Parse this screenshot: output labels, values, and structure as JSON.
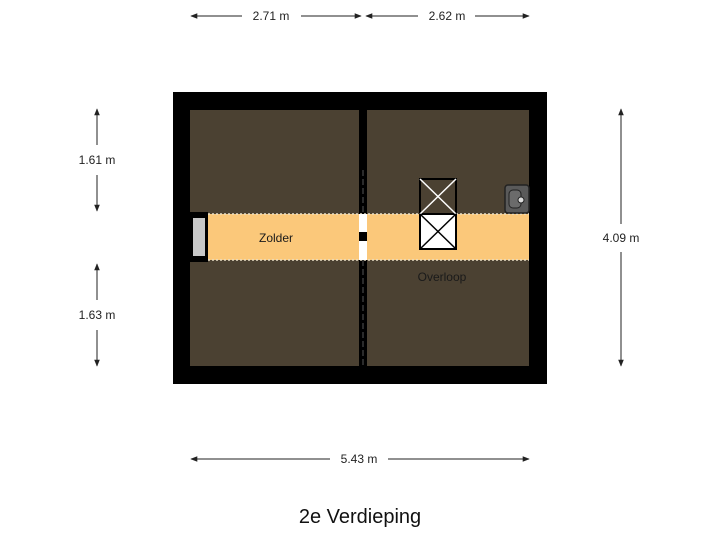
{
  "title": "2e Verdieping",
  "dimensions": {
    "top_left": "2.71 m",
    "top_right": "2.62 m",
    "left_upper": "1.61 m",
    "left_lower": "1.63 m",
    "right_total": "4.09 m",
    "bottom_total": "5.43 m"
  },
  "rooms": {
    "zolder": "Zolder",
    "overloop": "Overloop"
  },
  "colors": {
    "wall": "#000000",
    "floor": "#4b4132",
    "highlight": "#fbc87a",
    "dimension_line": "#222222"
  },
  "icons": {
    "staircase": "stair-opening-icon",
    "boiler": "boiler-icon",
    "window": "window-icon"
  }
}
